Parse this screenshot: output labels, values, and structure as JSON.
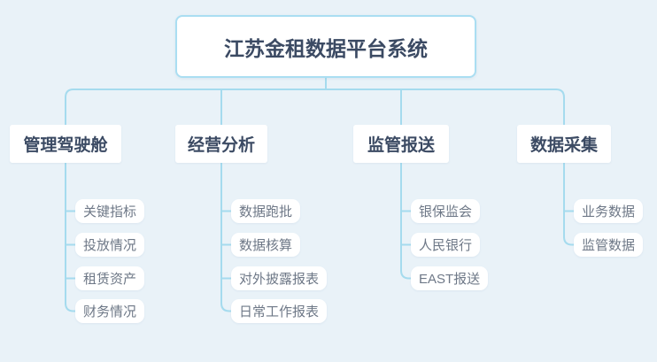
{
  "title": "江苏金租数据平台系统",
  "root": {
    "label": "江苏金租数据平台系统"
  },
  "branches": [
    {
      "label": "管理驾驶舱",
      "children": [
        "关键指标",
        "投放情况",
        "租赁资产",
        "财务情况"
      ]
    },
    {
      "label": "经营分析",
      "children": [
        "数据跑批",
        "数据核算",
        "对外披露报表",
        "日常工作报表"
      ]
    },
    {
      "label": "监管报送",
      "children": [
        "银保监会",
        "人民银行",
        "EAST报送"
      ]
    },
    {
      "label": "数据采集",
      "children": [
        "业务数据",
        "监管数据"
      ]
    }
  ],
  "colors": {
    "background": "#e9f2f8",
    "connector": "#a5dbee",
    "node_background": "#ffffff",
    "root_border": "#aadef2",
    "title_text": "#3b4a63",
    "child_text": "#6e7887"
  }
}
